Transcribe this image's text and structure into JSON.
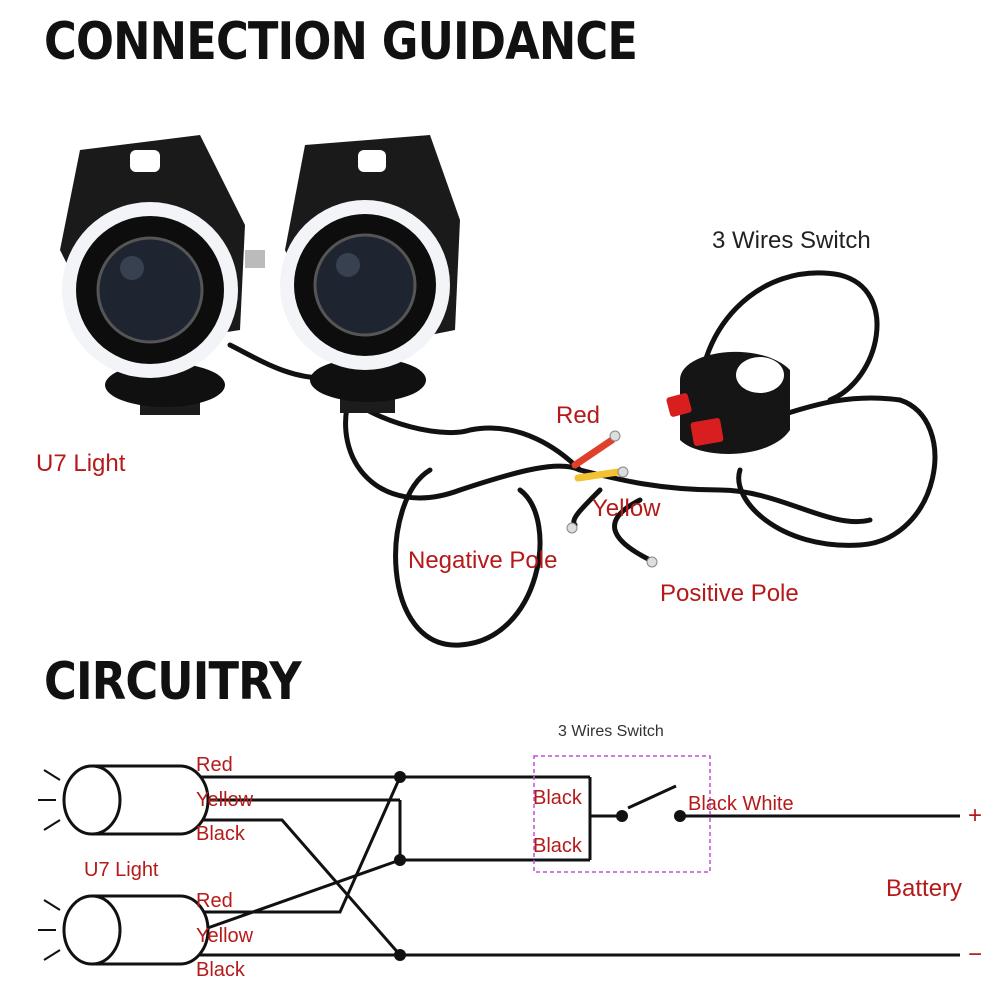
{
  "connection_title": "CONNECTION GUIDANCE",
  "circuitry_title": "CIRCUITRY",
  "photo_labels": {
    "u7_light": "U7 Light",
    "switch": "3 Wires Switch",
    "red": "Red",
    "yellow": "Yellow",
    "negative_pole": "Negative Pole",
    "positive_pole": "Positive Pole"
  },
  "circuit": {
    "switch_label": "3 Wires Switch",
    "switch_black_1": "Black",
    "switch_black_2": "Black",
    "switch_out": "Black White",
    "u7_light": "U7 Light",
    "light1": {
      "red": "Red",
      "yellow": "Yellow",
      "black": "Black"
    },
    "light2": {
      "red": "Red",
      "yellow": "Yellow",
      "black": "Black"
    },
    "plus": "+",
    "minus": "−",
    "battery": "Battery"
  },
  "colors": {
    "label_red": "#b51a1a",
    "wire": "#111111",
    "switch_box": "#c24fd6",
    "switch_button": "#d81e1e",
    "halo": "#f2f4f8",
    "wire_red": "#e0402a",
    "wire_yellow": "#f1c232"
  }
}
